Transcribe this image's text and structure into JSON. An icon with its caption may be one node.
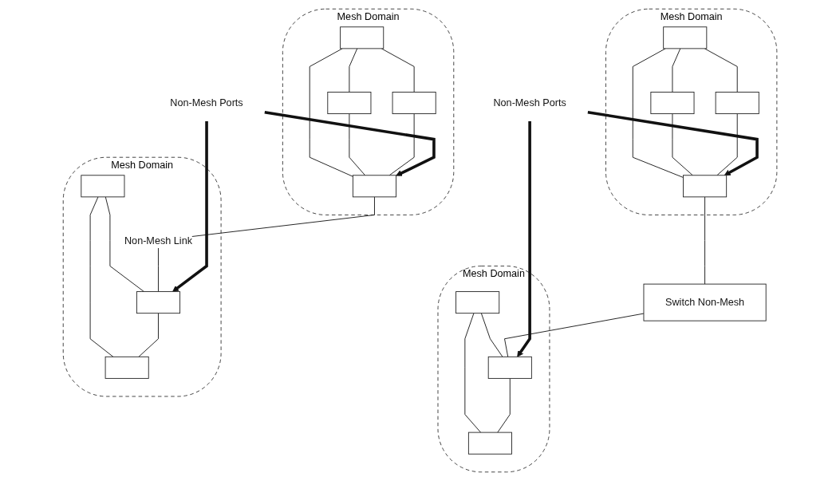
{
  "diagram": {
    "nodes": [
      {
        "text": [
          "Mesh Domain"
        ]
      },
      {
        "text": [],
        "shape": "box",
        "in": 0
      },
      {
        "text": [],
        "shape": "box",
        "in": 0
      },
      {
        "text": [],
        "shape": "box",
        "in": 0
      },
      {
        "text": [],
        "shape": "box",
        "in": 0
      },
      {
        "text": [
          "Non-Mesh Ports"
        ]
      },
      {
        "text": [
          "Mesh Domain"
        ]
      },
      {
        "text": [],
        "shape": "box",
        "in": 6
      },
      {
        "text": [],
        "shape": "box",
        "in": 6
      },
      {
        "text": [],
        "shape": "box",
        "in": 6
      },
      {
        "text": [
          "Switch Non-Mesh"
        ]
      },
      {
        "text": [
          "Mesh Domain"
        ]
      },
      {
        "text": [],
        "shape": "box",
        "in": 11
      },
      {
        "text": [],
        "shape": "box",
        "in": 11
      },
      {
        "text": [],
        "shape": "box",
        "in": 11
      },
      {
        "text": [],
        "shape": "box",
        "in": 11
      },
      {
        "text": [
          "Non-Mesh Ports"
        ]
      },
      {
        "text": [
          "Mesh Domain"
        ]
      },
      {
        "text": [],
        "shape": "box",
        "in": 17
      },
      {
        "text": [],
        "shape": "box",
        "in": 17
      },
      {
        "text": [],
        "shape": "box",
        "in": 17
      }
    ],
    "edges": [
      {
        "from": 1,
        "to": 2,
        "arrow": "none"
      },
      {
        "from": 1,
        "to": 3,
        "arrow": "none"
      },
      {
        "from": 1,
        "to": 4,
        "arrow": "none"
      },
      {
        "from": 2,
        "to": 4,
        "arrow": "none"
      },
      {
        "from": 3,
        "to": 4,
        "arrow": "none"
      },
      {
        "from": 7,
        "to": 8,
        "arrow": "none"
      },
      {
        "from": 7,
        "to": 9,
        "arrow": "none"
      },
      {
        "from": 8,
        "to": 9,
        "arrow": "none"
      },
      {
        "from": 4,
        "to": 10,
        "arrow": "none"
      },
      {
        "from": 10,
        "to": 8,
        "arrow": "none"
      },
      {
        "from": 5,
        "to": 4,
        "arrow": "to",
        "style": "thick"
      },
      {
        "from": 5,
        "to": 8,
        "arrow": "to",
        "style": "thick"
      },
      {
        "from": 12,
        "to": 13,
        "arrow": "none"
      },
      {
        "from": 12,
        "to": 14,
        "arrow": "none"
      },
      {
        "from": 12,
        "to": 15,
        "arrow": "none"
      },
      {
        "from": 13,
        "to": 15,
        "arrow": "none"
      },
      {
        "from": 14,
        "to": 15,
        "arrow": "none"
      },
      {
        "from": 18,
        "to": 19,
        "arrow": "none"
      },
      {
        "from": 18,
        "to": 20,
        "arrow": "none"
      },
      {
        "from": 19,
        "to": 20,
        "arrow": "none"
      },
      {
        "from": 15,
        "to": 19,
        "arrow": "none",
        "label": "Non-Mesh Link"
      },
      {
        "from": 16,
        "to": 15,
        "arrow": "to",
        "style": "thick"
      },
      {
        "from": 16,
        "to": 19,
        "arrow": "to",
        "style": "thick"
      }
    ]
  }
}
